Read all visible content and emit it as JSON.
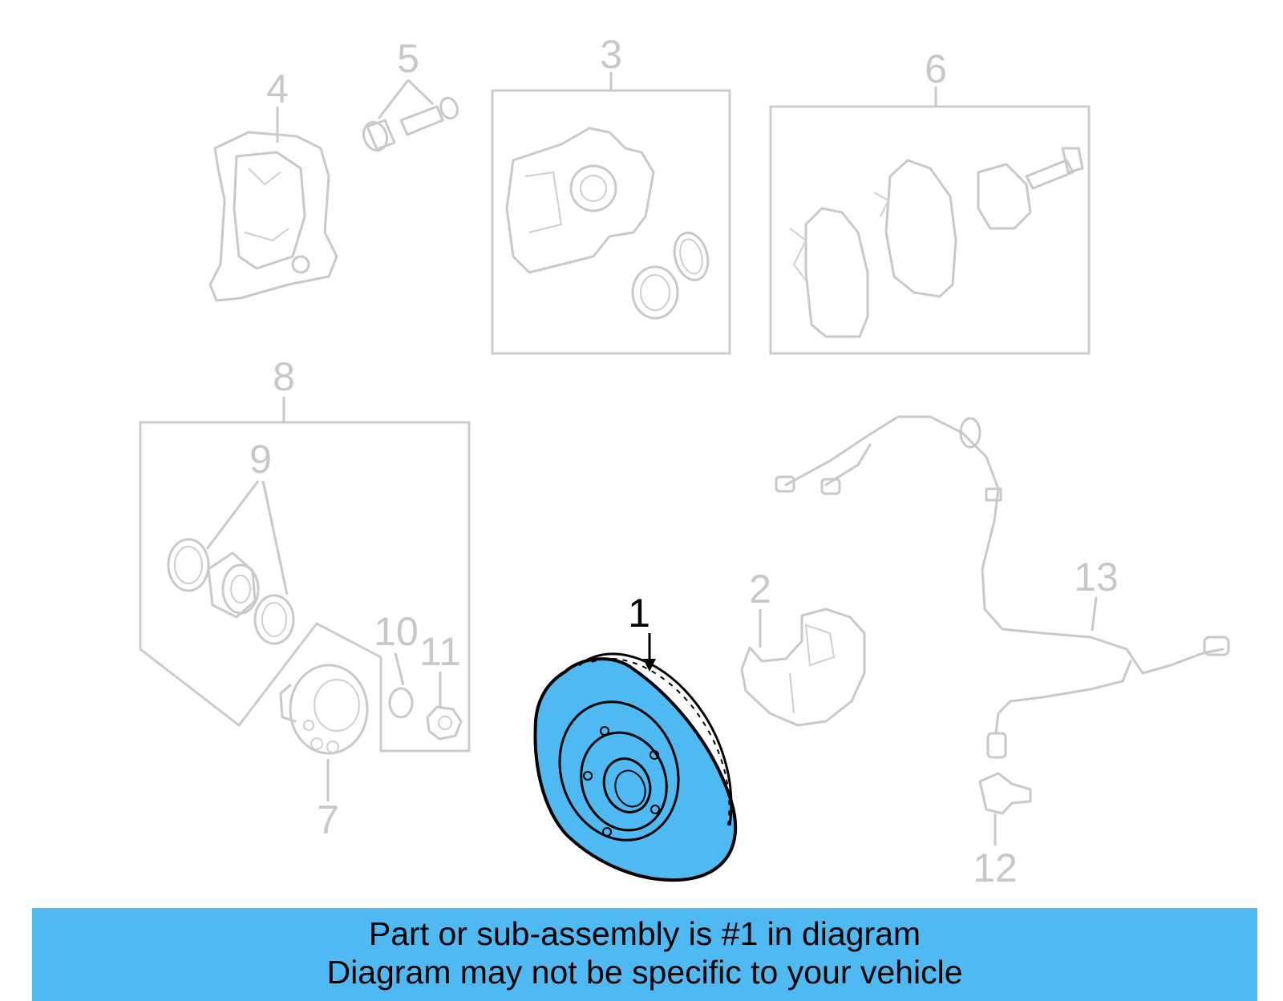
{
  "callouts": {
    "c1": "1",
    "c2": "2",
    "c3": "3",
    "c4": "4",
    "c5": "5",
    "c6": "6",
    "c7": "7",
    "c8": "8",
    "c9": "9",
    "c10": "10",
    "c11": "11",
    "c12": "12",
    "c13": "13"
  },
  "banner": {
    "line1": "Part or sub-assembly is #1 in diagram",
    "line2": "Diagram may not be specific to your vehicle"
  },
  "colors": {
    "highlight": "#4fb9f2",
    "banner": "#4fb9f2",
    "ghost": "#c9c9c9"
  }
}
